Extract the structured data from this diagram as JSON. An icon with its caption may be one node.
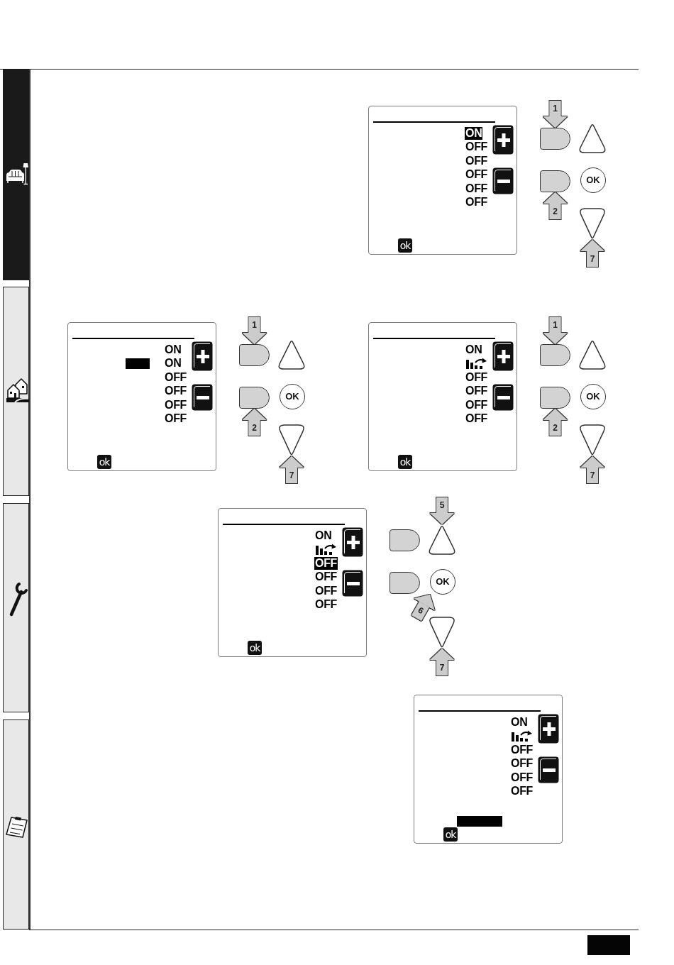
{
  "diagram": {
    "nodes": [
      {
        "text": [
          "ON",
          "OFF",
          "OFF",
          "OFF",
          "OFF",
          "OFF",
          "ok"
        ]
      },
      {
        "text": [],
        "shape": "box"
      },
      {
        "text": [],
        "shape": "triangle"
      },
      {
        "text": [],
        "shape": "box"
      },
      {
        "text": [
          "OK"
        ]
      },
      {
        "text": [],
        "shape": "triangle"
      },
      {
        "text": [
          "ON",
          "ON",
          "OFF",
          "OFF",
          "OFF",
          "OFF",
          "ok"
        ]
      },
      {
        "text": [],
        "shape": "box"
      },
      {
        "text": [],
        "shape": "triangle"
      },
      {
        "text": [],
        "shape": "box"
      },
      {
        "text": [
          "OK"
        ]
      },
      {
        "text": [],
        "shape": "triangle"
      },
      {
        "text": [
          "ON",
          "OFF",
          "OFF",
          "OFF",
          "OFF",
          "ok"
        ]
      },
      {
        "text": [],
        "shape": "box"
      },
      {
        "text": [],
        "shape": "triangle"
      },
      {
        "text": [],
        "shape": "box"
      },
      {
        "text": [
          "OK"
        ]
      },
      {
        "text": [],
        "shape": "triangle"
      },
      {
        "text": [
          "ON",
          "OFF",
          "OFF",
          "OFF",
          "OFF",
          "ok"
        ]
      },
      {
        "text": [],
        "shape": "box"
      },
      {
        "text": [],
        "shape": "triangle"
      },
      {
        "text": [],
        "shape": "box"
      },
      {
        "text": [
          "OK"
        ]
      },
      {
        "text": [],
        "shape": "triangle"
      },
      {
        "text": [
          "ON",
          "OFF",
          "OFF",
          "OFF",
          "OFF",
          "ok"
        ]
      }
    ],
    "edges": [
      {
        "from": null,
        "to": 1,
        "arrow": "to",
        "label": "1"
      },
      {
        "from": null,
        "to": 3,
        "arrow": "to",
        "label": "2"
      },
      {
        "from": null,
        "to": 5,
        "arrow": "to",
        "label": "7"
      },
      {
        "from": null,
        "to": 7,
        "arrow": "to",
        "label": "1"
      },
      {
        "from": null,
        "to": 9,
        "arrow": "to",
        "label": "2"
      },
      {
        "from": null,
        "to": 11,
        "arrow": "to",
        "label": "7"
      },
      {
        "from": null,
        "to": 13,
        "arrow": "to",
        "label": "1"
      },
      {
        "from": null,
        "to": 15,
        "arrow": "to",
        "label": "2"
      },
      {
        "from": null,
        "to": 17,
        "arrow": "to",
        "label": "7"
      },
      {
        "from": null,
        "to": 20,
        "arrow": "to",
        "label": "5"
      },
      {
        "from": null,
        "to": 22,
        "arrow": "to",
        "label": "6"
      },
      {
        "from": null,
        "to": 23,
        "arrow": "to",
        "label": "7"
      }
    ]
  }
}
